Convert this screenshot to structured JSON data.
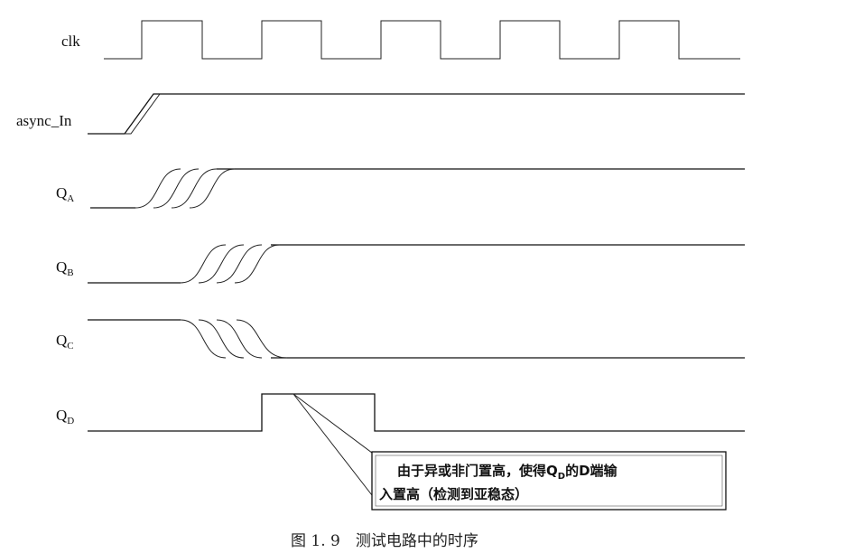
{
  "signals": {
    "clk": "clk",
    "async_in": "async_In",
    "qa": {
      "base": "Q",
      "sub": "A"
    },
    "qb": {
      "base": "Q",
      "sub": "B"
    },
    "qc": {
      "base": "Q",
      "sub": "C"
    },
    "qd": {
      "base": "Q",
      "sub": "D"
    }
  },
  "annotation": {
    "line1_a": "由于异或非门置高，使得Q",
    "line1_sub": "D",
    "line1_b": "的D端输",
    "line2": "入置高（检测到亚稳态）"
  },
  "caption": "图 1. 9　测试电路中的时序"
}
